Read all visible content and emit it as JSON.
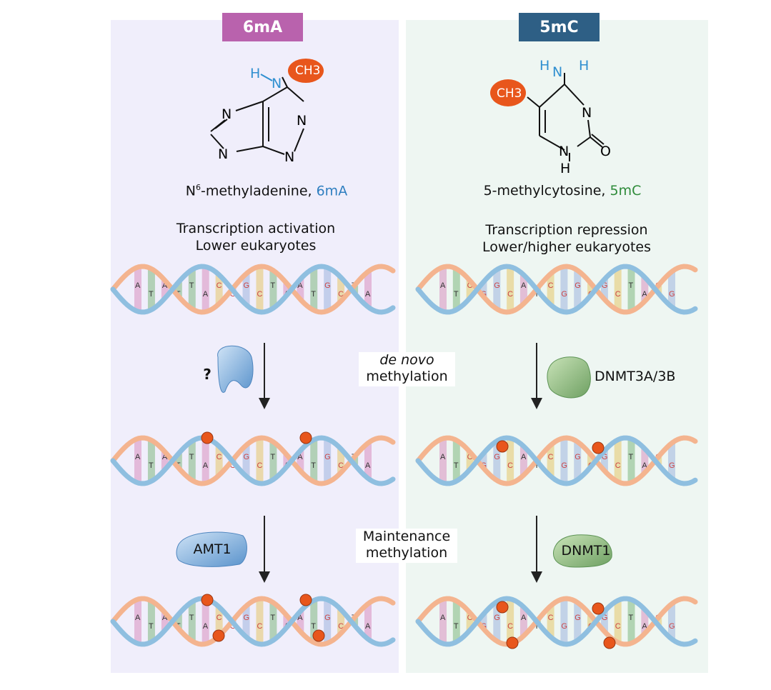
{
  "headers": {
    "left": "6mA",
    "right": "5mC"
  },
  "molecules": {
    "left": {
      "name_prefix": "N",
      "name_sup": "6",
      "name_rest": "-methyladenine, ",
      "abbr": "6mA",
      "atoms": {
        "methyl": "CH3",
        "h": "H",
        "n_amine": "N",
        "n1": "N",
        "n3": "N",
        "n7": "N",
        "n9": "N"
      }
    },
    "right": {
      "name": "5-methylcytosine, ",
      "abbr": "5mC",
      "atoms": {
        "methyl": "CH3",
        "h1": "H",
        "h2": "H",
        "n_amine": "N",
        "n3": "N",
        "nh": "N",
        "h_ring": "H",
        "o": "O"
      }
    }
  },
  "roles": {
    "left": {
      "line1": "Transcription activation",
      "line2": "Lower eukaryotes"
    },
    "right": {
      "line1": "Transcription repression",
      "line2": "Lower/higher eukaryotes"
    }
  },
  "steps": {
    "de_novo": {
      "line1": "de novo",
      "line2": "methylation"
    },
    "maintenance": {
      "line1": "Maintenance",
      "line2": "methylation"
    }
  },
  "enzymes": {
    "left_unknown": "?",
    "left_maintenance": "AMT1",
    "right_de_novo": "DNMT3A/3B",
    "right_maintenance": "DNMT1"
  },
  "colors": {
    "header_6mA": "#b962ad",
    "header_5mC": "#2e5f85",
    "methyl": "#e8561c",
    "amine": "#2f8fd0",
    "abbr_6mA": "#2f7fc0",
    "abbr_5mC": "#2e8b3a",
    "strand_blue": "#8fbfe0",
    "strand_orange": "#f4b48f"
  },
  "dna": {
    "left": {
      "bases": [
        "A",
        "T",
        "A",
        "T",
        "T",
        "A",
        "C",
        "G",
        "G",
        "C",
        "T",
        "A",
        "A",
        "T",
        "G",
        "C",
        "T",
        "A"
      ]
    },
    "right": {
      "bases": [
        "A",
        "T",
        "C",
        "G",
        "G",
        "C",
        "A",
        "T",
        "C",
        "G",
        "G",
        "C",
        "G",
        "C",
        "T",
        "A",
        "C",
        "G"
      ]
    }
  }
}
